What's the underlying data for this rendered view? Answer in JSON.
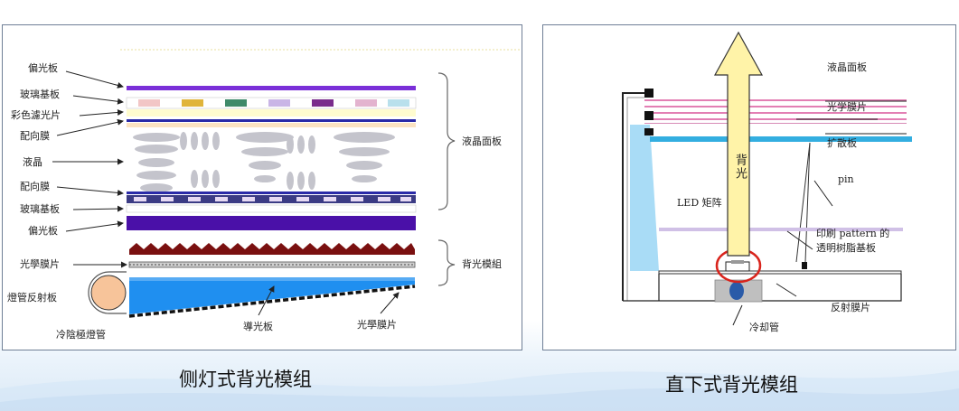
{
  "left_panel": {
    "labels": {
      "polarizer_top": "偏光板",
      "glass_top": "玻璃基板",
      "color_filter": "彩色濾光片",
      "alignment_top": "配向膜",
      "liquid_crystal": "液晶",
      "alignment_bottom": "配向膜",
      "glass_bottom": "玻璃基板",
      "polarizer_bottom": "偏光板",
      "optical_film": "光學膜片",
      "lamp_reflector": "燈管反射板",
      "ccfl": "冷陰極燈管",
      "light_guide": "導光板",
      "optical_film_bottom": "光學膜片",
      "lcd_panel_group": "液晶面板",
      "backlight_group": "背光模組"
    },
    "caption": "侧灯式背光模组"
  },
  "right_panel": {
    "labels": {
      "lcd_panel": "液晶面板",
      "optical_film": "光学膜片",
      "diffuser": "扩散板",
      "pin": "pin",
      "led_array": "LED 矩阵",
      "substrate_line1": "印刷 pattern 的",
      "substrate_line2": "透明树脂基板",
      "reflector_film": "反射膜片",
      "cooling_pipe": "冷却管",
      "backlight_arrow": "背光"
    },
    "caption": "直下式背光模组"
  },
  "colors": {
    "purple": "#6a0fc9",
    "deep_purple": "#4a10a8",
    "pink": "#e37fb4",
    "blue": "#33aee0",
    "light_blue": "#a9dcf6",
    "dark_red": "#7a1010",
    "orange": "#f7c49a",
    "arrow": "#fff3a8"
  }
}
